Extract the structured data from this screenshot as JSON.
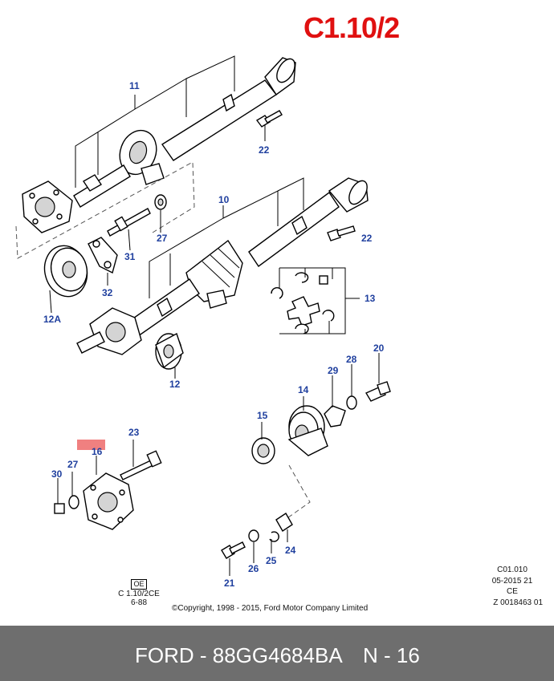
{
  "title": "C1.10/2",
  "parts": {
    "p11": "11",
    "p22a": "22",
    "p10": "10",
    "p22b": "22",
    "p27a": "27",
    "p31": "31",
    "p32": "32",
    "p12a": "12A",
    "p13": "13",
    "p12": "12",
    "p28": "28",
    "p20": "20",
    "p29": "29",
    "p14": "14",
    "p15": "15",
    "p23": "23",
    "p16": "16",
    "p27b": "27",
    "p30": "30",
    "p24": "24",
    "p25": "25",
    "p26": "26",
    "p21": "21"
  },
  "stamp": {
    "box": "OE",
    "line1": "C 1.10/2CE",
    "line2": "6-88"
  },
  "ref_block": {
    "code": "C01.010",
    "date": "05-2015 21",
    "region": "CE",
    "number": "Z 0018463 01"
  },
  "copyright": "©Copyright, 1998 - 2015, Ford Motor Company Limited",
  "footer": {
    "part_ref": "FORD - 88GG4684BA",
    "position": "N - 16"
  },
  "colors": {
    "title": "#e01010",
    "labels": "#1f3f9e",
    "highlight": "#f08080",
    "footer_bg": "#6e6e6e"
  }
}
